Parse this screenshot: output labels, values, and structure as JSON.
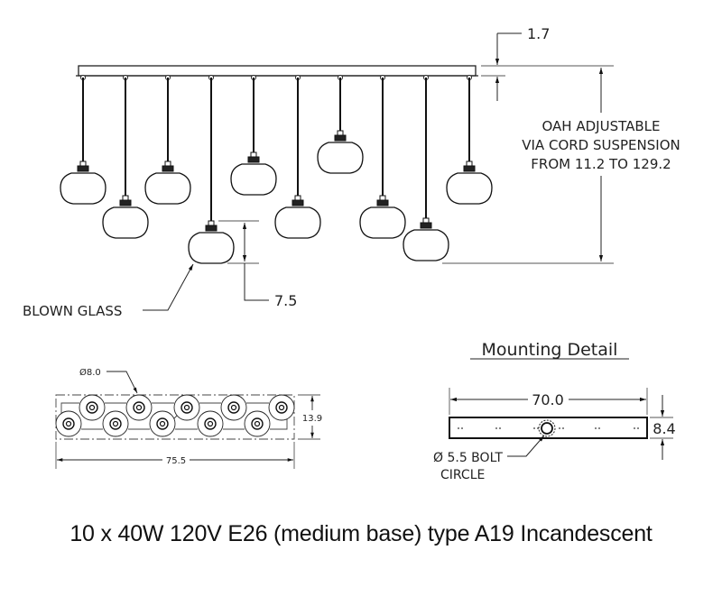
{
  "elevation": {
    "pendant_count": 10,
    "material_label": "BLOWN GLASS",
    "canopy_thickness": "1.7",
    "glass_height": "7.5",
    "oah_note_lines": [
      "OAH ADJUSTABLE",
      "VIA CORD SUSPENSION",
      "FROM 11.2 TO 129.2"
    ]
  },
  "plan_view": {
    "diameter_label": "Ø8.0",
    "width": "75.5",
    "depth": "13.9"
  },
  "mounting_detail": {
    "title": "Mounting Detail",
    "length": "70.0",
    "width": "8.4",
    "bolt_circle_lines": [
      "Ø 5.5 BOLT",
      "CIRCLE"
    ]
  },
  "footer_spec": "10 x 40W 120V E26 (medium base) type A19 Incandescent"
}
